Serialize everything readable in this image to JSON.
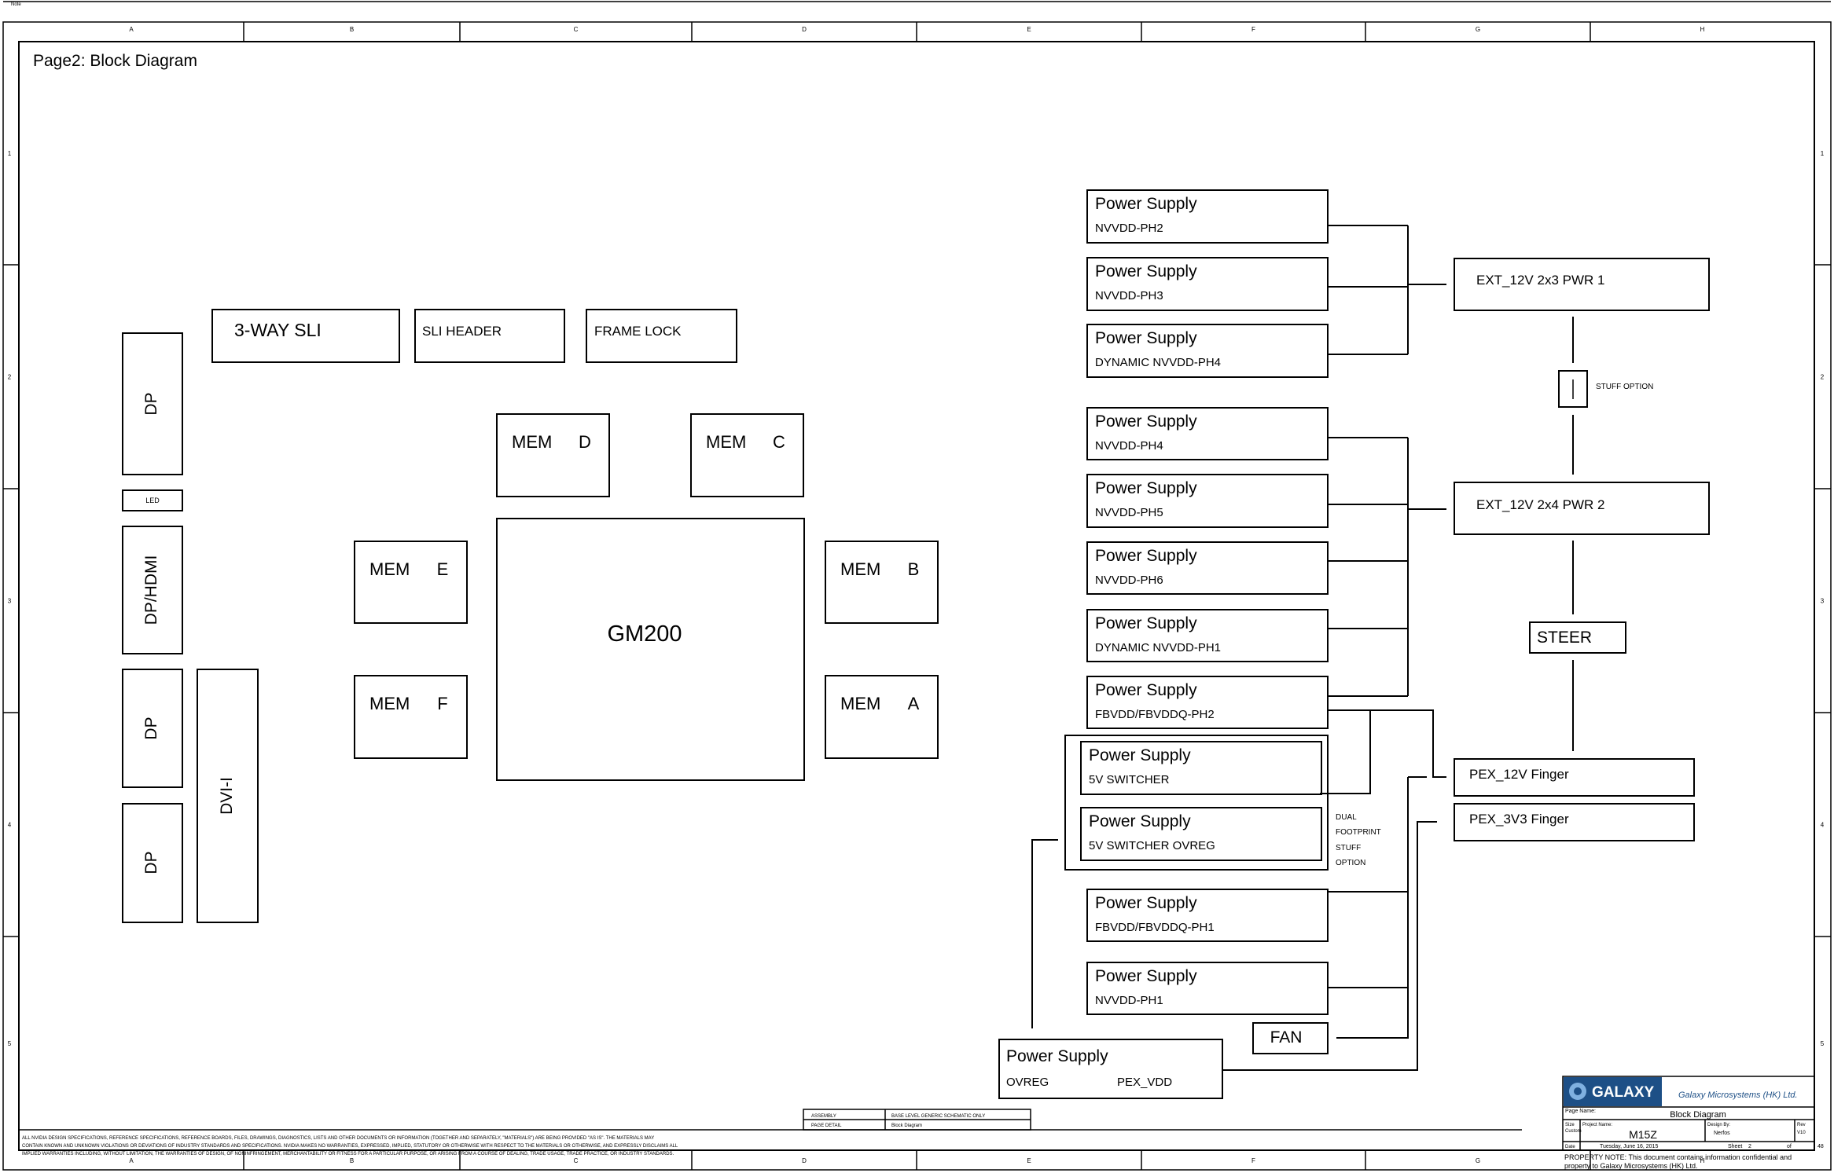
{
  "page_title": "Page2: Block Diagram",
  "corner_note": "Note",
  "columns": [
    "A",
    "B",
    "C",
    "D",
    "E",
    "F",
    "G",
    "H"
  ],
  "rows": [
    "1",
    "2",
    "3",
    "4",
    "5"
  ],
  "left": {
    "dp_top": "DP",
    "led": "LED",
    "dp_hdmi": "DP/HDMI",
    "dp_mid": "DP",
    "dp_bot": "DP",
    "dvi": "DVI-I",
    "sli_3way": "3-WAY SLI",
    "sli_header": "SLI HEADER",
    "frame_lock": "FRAME LOCK"
  },
  "gpu": "GM200",
  "memory": {
    "d": {
      "name": "MEM",
      "letter": "D"
    },
    "c": {
      "name": "MEM",
      "letter": "C"
    },
    "e": {
      "name": "MEM",
      "letter": "E"
    },
    "b": {
      "name": "MEM",
      "letter": "B"
    },
    "f": {
      "name": "MEM",
      "letter": "F"
    },
    "a": {
      "name": "MEM",
      "letter": "A"
    }
  },
  "power_supplies": [
    {
      "title": "Power Supply",
      "sub": "NVVDD-PH2"
    },
    {
      "title": "Power Supply",
      "sub": "NVVDD-PH3"
    },
    {
      "title": "Power Supply",
      "sub": "DYNAMIC NVVDD-PH4"
    },
    {
      "title": "Power Supply",
      "sub": "NVVDD-PH4"
    },
    {
      "title": "Power Supply",
      "sub": "NVVDD-PH5"
    },
    {
      "title": "Power Supply",
      "sub": "NVVDD-PH6"
    },
    {
      "title": "Power Supply",
      "sub": "DYNAMIC NVVDD-PH1"
    },
    {
      "title": "Power Supply",
      "sub": "FBVDD/FBVDDQ-PH2"
    },
    {
      "title": "Power Supply",
      "sub": "5V SWITCHER"
    },
    {
      "title": "Power Supply",
      "sub": "5V SWITCHER OVREG"
    },
    {
      "title": "Power Supply",
      "sub": "FBVDD/FBVDDQ-PH1"
    },
    {
      "title": "Power Supply",
      "sub": "NVVDD-PH1"
    }
  ],
  "ovreg_supply": {
    "title": "Power Supply",
    "sub_left": "OVREG",
    "sub_right": "PEX_VDD"
  },
  "fan": "FAN",
  "dual_footprint": [
    "DUAL",
    "FOOTPRINT",
    "STUFF",
    "OPTION"
  ],
  "right": {
    "ext1": "EXT_12V 2x3 PWR 1",
    "stuff_option": "STUFF OPTION",
    "ext2": "EXT_12V 2x4 PWR 2",
    "steer": "STEER",
    "pex12": "PEX_12V Finger",
    "pex33": "PEX_3V3 Finger"
  },
  "title_block": {
    "company_logo": "GALAXY",
    "company_name": "Galaxy Microsystems (HK) Ltd.",
    "page_name_label": "Page Name:",
    "page_name": "Block Diagram",
    "size_label": "Size",
    "size": "Custom",
    "project_label": "Project Name:",
    "project": "M15Z",
    "design_label": "Design By:",
    "designer": "Nerfos",
    "rev_label": "Rev",
    "rev": "V10",
    "date_label": "Date",
    "date": "Tuesday, June 16, 2015",
    "sheet_label": "Sheet",
    "sheet_num": "2",
    "of_label": "of",
    "sheet_total": "48",
    "property_note": "PROPERTY NOTE: This document contains information confidential and property to Galaxy Microsystems (HK) Ltd.",
    "assembly_label": "ASSEMBLY",
    "assembly_value": "BASE LEVEL GENERIC SCHEMATIC ONLY",
    "page_detail_label": "PAGE DETAIL",
    "page_detail_value": "Block Diagram"
  },
  "disclaimer": [
    "ALL NVIDIA DESIGN SPECIFICATIONS, REFERENCE SPECIFICATIONS, REFERENCE BOARDS, FILES, DRAWINGS, DIAGNOSTICS, LISTS AND OTHER DOCUMENTS OR INFORMATION (TOGETHER AND SEPARATELY, \"MATERIALS\") ARE BEING PROVIDED \"AS IS\". THE MATERIALS MAY",
    "CONTAIN KNOWN AND UNKNOWN VIOLATIONS OR DEVIATIONS OF INDUSTRY STANDARDS AND SPECIFICATIONS. NVIDIA MAKES NO WARRANTIES, EXPRESSED, IMPLIED, STATUTORY OR OTHERWISE WITH RESPECT TO THE MATERIALS OR OTHERWISE, AND EXPRESSLY DISCLAIMS ALL",
    "IMPLIED WARRANTIES INCLUDING, WITHOUT LIMITATION, THE WARRANTIES OF DESIGN, OF NONINFRINGEMENT, MERCHANTABILITY OR FITNESS FOR A PARTICULAR PURPOSE, OR ARISING FROM A COURSE OF DEALING, TRADE USAGE, TRADE PRACTICE, OR INDUSTRY STANDARDS."
  ]
}
